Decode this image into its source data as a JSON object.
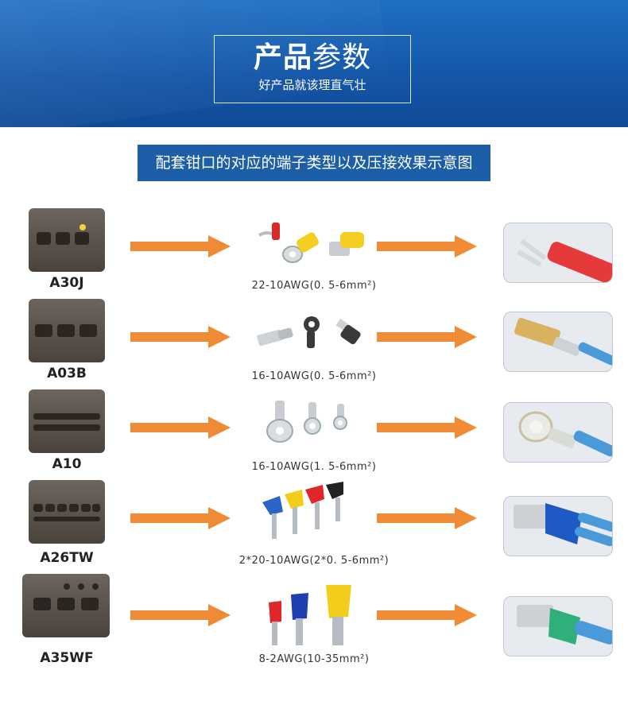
{
  "header": {
    "title_bold": "产品",
    "title_normal": "参数",
    "subtitle": "好产品就该理直气壮"
  },
  "section_title": "配套钳口的对应的端子类型以及压接效果示意图",
  "rows": [
    {
      "model": "A30J",
      "spec": "22-10AWG(0. 5-6mm²)"
    },
    {
      "model": "A03B",
      "spec": "16-10AWG(0. 5-6mm²)"
    },
    {
      "model": "A10",
      "spec": "16-10AWG(1. 5-6mm²)"
    },
    {
      "model": "A26TW",
      "spec": "2*20-10AWG(2*0. 5-6mm²)"
    },
    {
      "model": "A35WF",
      "spec": "8-2AWG(10-35mm²)"
    }
  ],
  "colors": {
    "banner_blue": "#1456a8",
    "subheader_blue": "#1c5ea8",
    "arrow_orange": "#ee8b34"
  }
}
